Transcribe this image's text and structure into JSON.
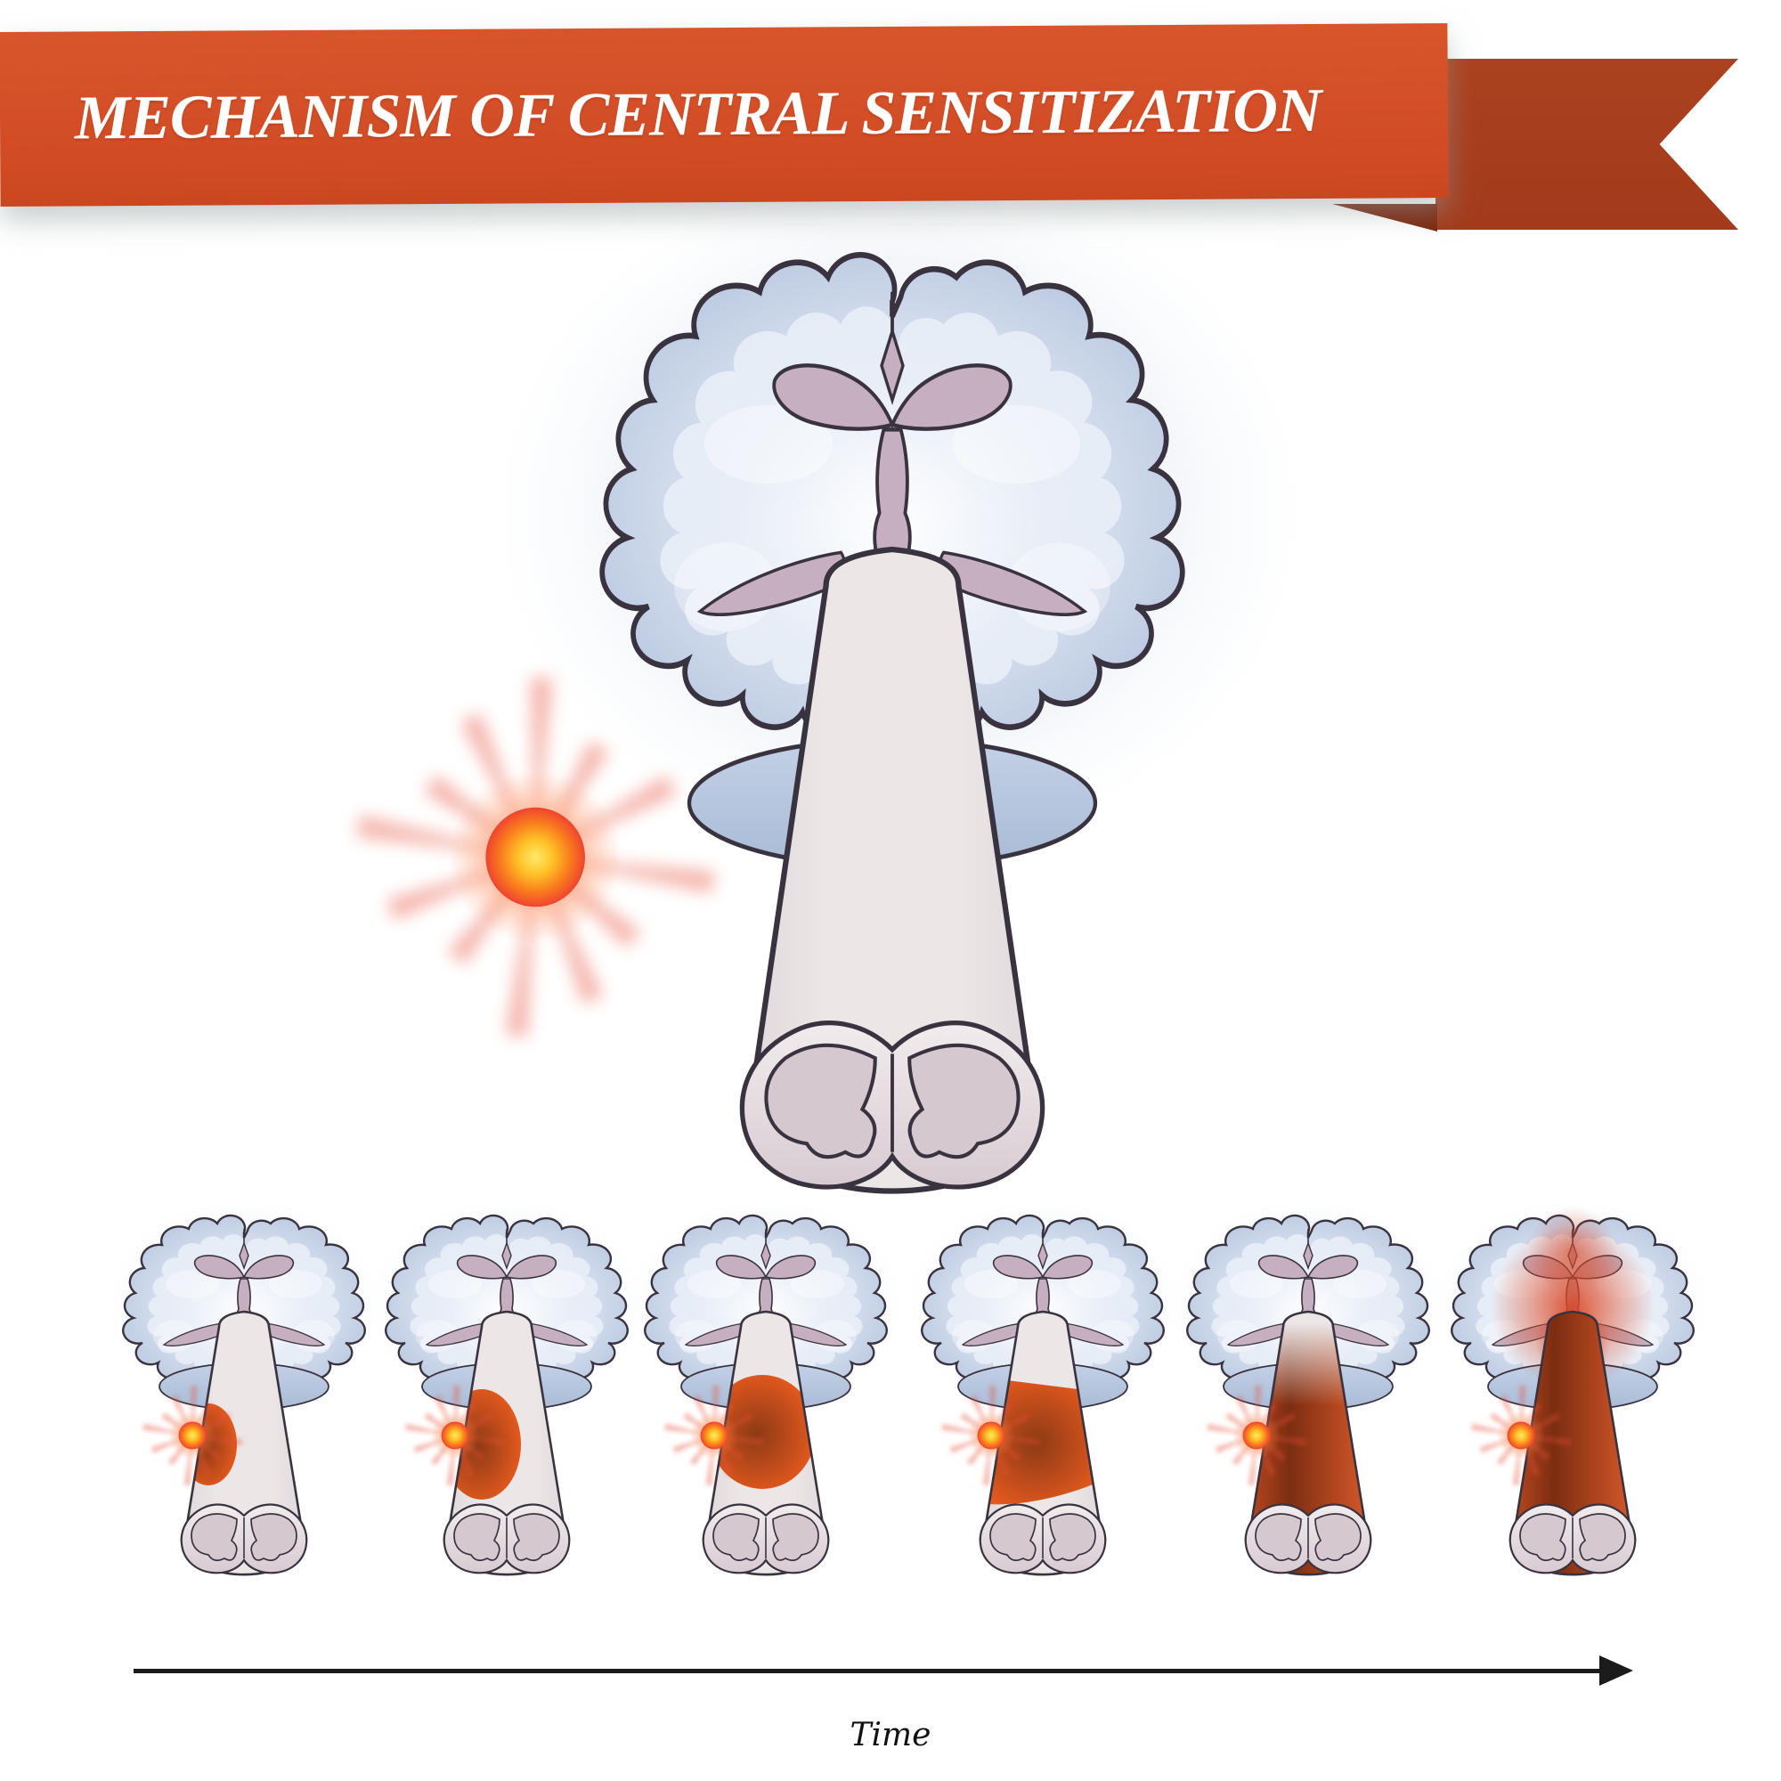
{
  "banner": {
    "title": "MECHANISM OF CENTRAL SENSITIZATION"
  },
  "timeline": {
    "label": "Time"
  },
  "figure": {
    "description_names": {
      "brain": "coronal-brain-section",
      "cord": "spinal-cord-column",
      "cross_section": "spinal-cord-cross-section",
      "stimulus": "pain-stimulus-burst-icon"
    }
  },
  "stages": [
    {
      "id": 1,
      "spread_level": 1,
      "spinal_fill_fraction": 0.08,
      "brain_glow": false
    },
    {
      "id": 2,
      "spread_level": 2,
      "spinal_fill_fraction": 0.18,
      "brain_glow": false
    },
    {
      "id": 3,
      "spread_level": 3,
      "spinal_fill_fraction": 0.38,
      "brain_glow": false
    },
    {
      "id": 4,
      "spread_level": 4,
      "spinal_fill_fraction": 0.55,
      "brain_glow": false
    },
    {
      "id": 5,
      "spread_level": 5,
      "spinal_fill_fraction": 0.85,
      "brain_glow": false
    },
    {
      "id": 6,
      "spread_level": 6,
      "spinal_fill_fraction": 1.0,
      "brain_glow": true
    }
  ],
  "colors": {
    "ribbon_main": "#d4512a",
    "ribbon_dark": "#a63e1e",
    "ribbon_fold": "#7c2810",
    "brain_outer": "#b3c3dd",
    "brain_mid": "#d6dfee",
    "brain_inner": "#e9eef7",
    "ventricle_mauve": "#c6b0bf",
    "cord_fill": "#ece6e7",
    "cord_edge": "#e0d8da",
    "cross_inner": "#d5c8cf",
    "outline": "#39333f",
    "blob_edge": "#ea5c1e",
    "blob_mid": "#c04c1b",
    "blob_core": "#8c3a15",
    "red_cone_light": "#d85a2a",
    "red_cone_dark": "#7c2d11",
    "red_cone_left": "#bc4a20",
    "burst_core_yellow": "#ffe96a",
    "burst_orange": "#f97c1d",
    "burst_red": "#ef4430",
    "arrow_black": "#1b1b1b"
  }
}
